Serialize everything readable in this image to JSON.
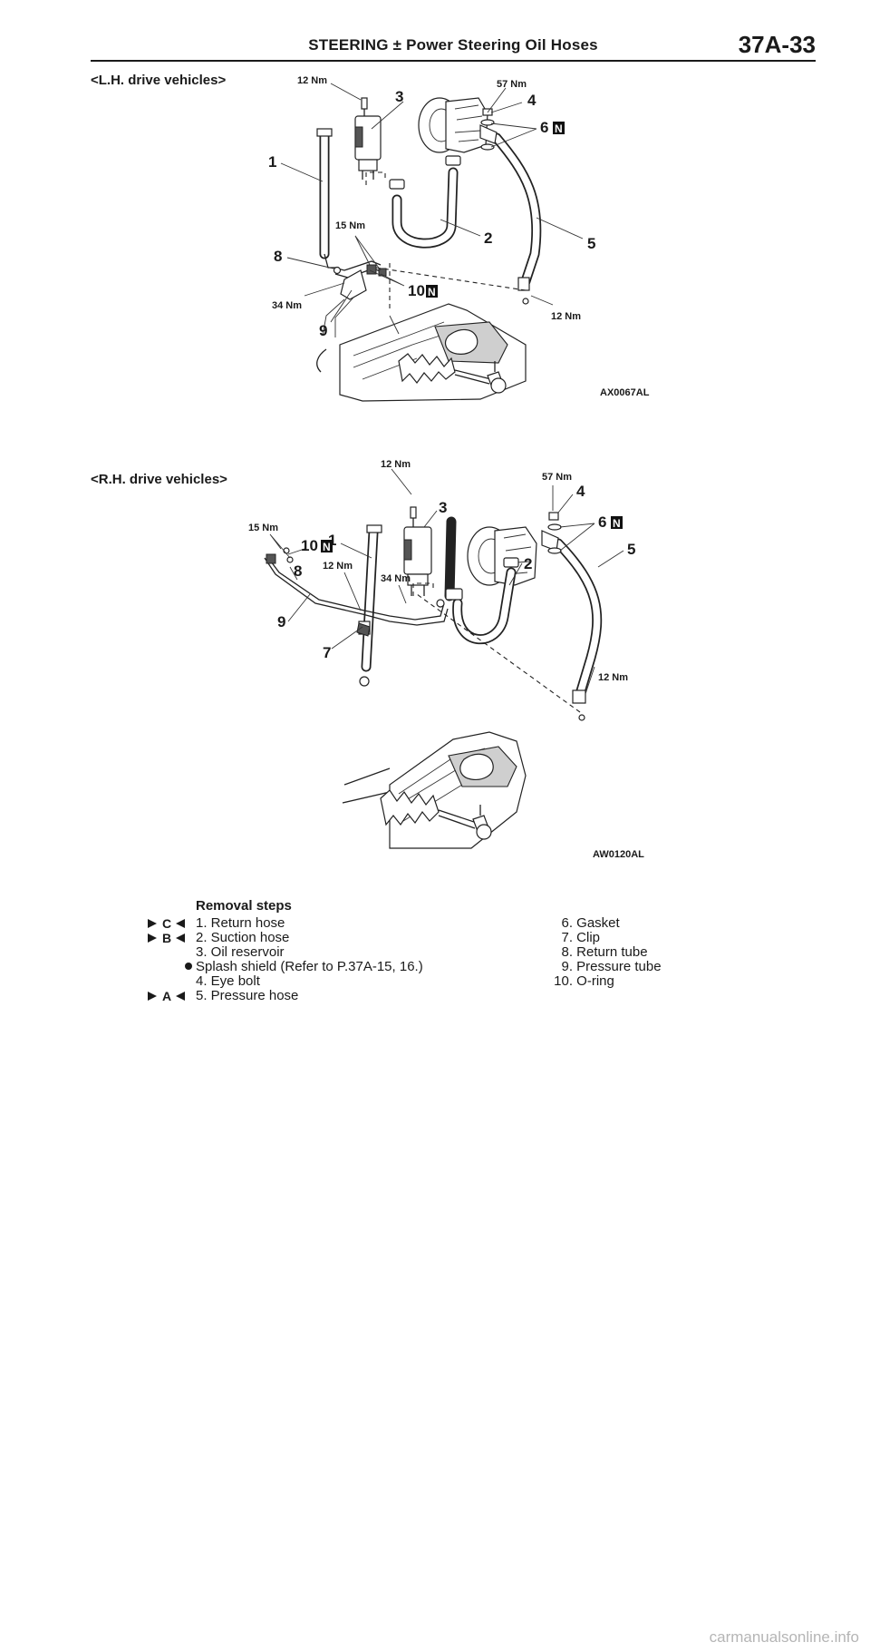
{
  "header": {
    "title": "STEERING ± Power Steering Oil Hoses",
    "page_number": "37A-33"
  },
  "diagrams": [
    {
      "section_label": "<L.H. drive vehicles>",
      "code": "AX0067AL",
      "torques": [
        "12 Nm",
        "57 Nm",
        "15 Nm",
        "34 Nm",
        "12 Nm"
      ],
      "callouts": [
        "1",
        "2",
        "3",
        "4",
        "5",
        "6",
        "8",
        "9",
        "10"
      ],
      "new_part_mark": "N"
    },
    {
      "section_label": "<R.H. drive vehicles>",
      "code": "AW0120AL",
      "torques": [
        "12 Nm",
        "57 Nm",
        "15 Nm",
        "12 Nm",
        "34 Nm",
        "12 Nm"
      ],
      "callouts": [
        "1",
        "2",
        "3",
        "4",
        "5",
        "6",
        "7",
        "8",
        "9",
        "10"
      ],
      "new_part_mark": "N"
    }
  ],
  "removal": {
    "title": "Removal steps",
    "left_items": [
      {
        "marker": "C",
        "text": "1. Return hose"
      },
      {
        "marker": "B",
        "text": "2. Suction hose"
      },
      {
        "marker": "",
        "text": "3. Oil reservoir"
      },
      {
        "marker": "",
        "bullet": true,
        "text": "Splash shield (Refer to P.37A-15, 16.)"
      },
      {
        "marker": "",
        "text": "4. Eye bolt"
      },
      {
        "marker": "A",
        "text": "5. Pressure hose"
      }
    ],
    "right_items": [
      {
        "num": "6.",
        "text": "Gasket"
      },
      {
        "num": "7.",
        "text": "Clip"
      },
      {
        "num": "8.",
        "text": "Return tube"
      },
      {
        "num": "9.",
        "text": "Pressure tube"
      },
      {
        "num": "10.",
        "text": "O-ring"
      }
    ]
  },
  "footer": {
    "watermark": "carmanualsonline.info"
  }
}
